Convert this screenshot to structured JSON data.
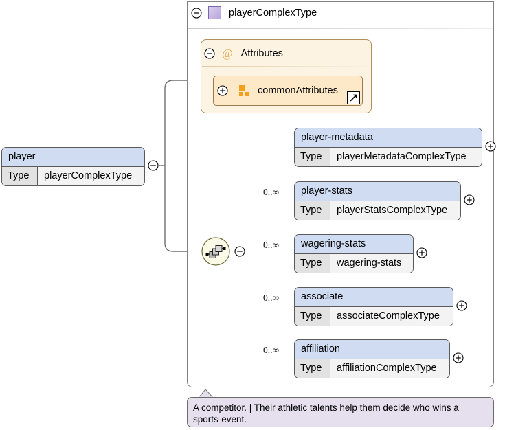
{
  "diagram": {
    "kind": "xml-schema-element-diagram",
    "root_element": {
      "name": "player",
      "type_label": "Type",
      "type_value": "playerComplexType",
      "expander": "minus"
    },
    "complex_type": {
      "title": "playerComplexType",
      "expander": "minus",
      "swatch_icon": "complextype-swatch-icon"
    },
    "attributes_section": {
      "title": "Attributes",
      "at_symbol": "@",
      "expander": "minus",
      "group": {
        "name": "commonAttributes",
        "expander": "plus",
        "tiles_icon": "attribute-group-tiles-icon",
        "link_icon": "external-link-icon"
      }
    },
    "compositor": {
      "kind": "sequence",
      "icon": "sequence-icon",
      "expander": "minus"
    },
    "children": [
      {
        "name": "player-metadata",
        "type_label": "Type",
        "type_value": "playerMetadataComplexType",
        "cardinality": "",
        "expander": "plus"
      },
      {
        "name": "player-stats",
        "type_label": "Type",
        "type_value": "playerStatsComplexType",
        "cardinality": "0..∞",
        "expander": "plus"
      },
      {
        "name": "wagering-stats",
        "type_label": "Type",
        "type_value": "wagering-stats",
        "cardinality": "0..∞",
        "expander": "plus"
      },
      {
        "name": "associate",
        "type_label": "Type",
        "type_value": "associateComplexType",
        "cardinality": "0..∞",
        "expander": "plus"
      },
      {
        "name": "affiliation",
        "type_label": "Type",
        "type_value": "affiliationComplexType",
        "cardinality": "0..∞",
        "expander": "plus"
      }
    ],
    "documentation": {
      "text": "A competitor. | Their athletic talents help them decide who wins a sports-event."
    },
    "colors": {
      "element_header": "#cfdcf2",
      "element_body": "#f3f3f3",
      "type_label_cell": "#e2e2e2",
      "attributes_panel": "#fdf3e3",
      "attribute_group": "#fde9c8",
      "attribute_accent": "#f0a01e",
      "complextype_swatch": "#b9a6dd",
      "documentation_box": "#e6e0ee",
      "connector_line": "#6e6e6e",
      "border": "#5a5a5a"
    }
  }
}
